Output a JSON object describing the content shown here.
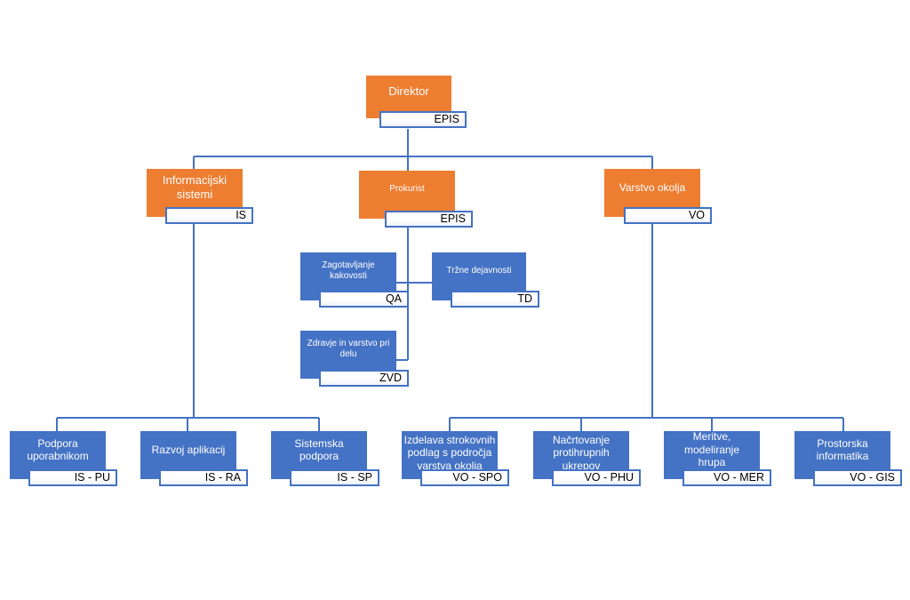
{
  "nodes": {
    "director": {
      "title": "Direktor",
      "code": "EPIS"
    },
    "is": {
      "title": "Informacijski sistemi",
      "code": "IS"
    },
    "prokurist": {
      "title": "Prokurist",
      "code": "EPIS"
    },
    "vo": {
      "title": "Varstvo okolja",
      "code": "VO"
    },
    "qa": {
      "title": "Zagotavljanje kakovosti",
      "code": "QA"
    },
    "td": {
      "title": "Tržne dejavnosti",
      "code": "TD"
    },
    "zvd": {
      "title": "Zdravje in varstvo pri delu",
      "code": "ZVD"
    },
    "is_pu": {
      "title": "Podpora uporabnikom",
      "code": "IS - PU"
    },
    "is_ra": {
      "title": "Razvoj aplikacij",
      "code": "IS - RA"
    },
    "is_sp": {
      "title": "Sistemska podpora",
      "code": "IS - SP"
    },
    "vo_spo": {
      "title": "Izdelava strokovnih podlag  s področja varstva okolja",
      "code": "VO - SPO"
    },
    "vo_phu": {
      "title": "Načrtovanje protihrupnih ukrepov",
      "code": "VO - PHU"
    },
    "vo_mer": {
      "title": "Meritve, modeliranje hrupa",
      "code": "VO - MER"
    },
    "vo_gis": {
      "title": "Prostorska informatika",
      "code": "VO - GIS"
    }
  },
  "colors": {
    "manager": "#ed7d31",
    "unit": "#4472c4",
    "connector": "#4472c4"
  }
}
